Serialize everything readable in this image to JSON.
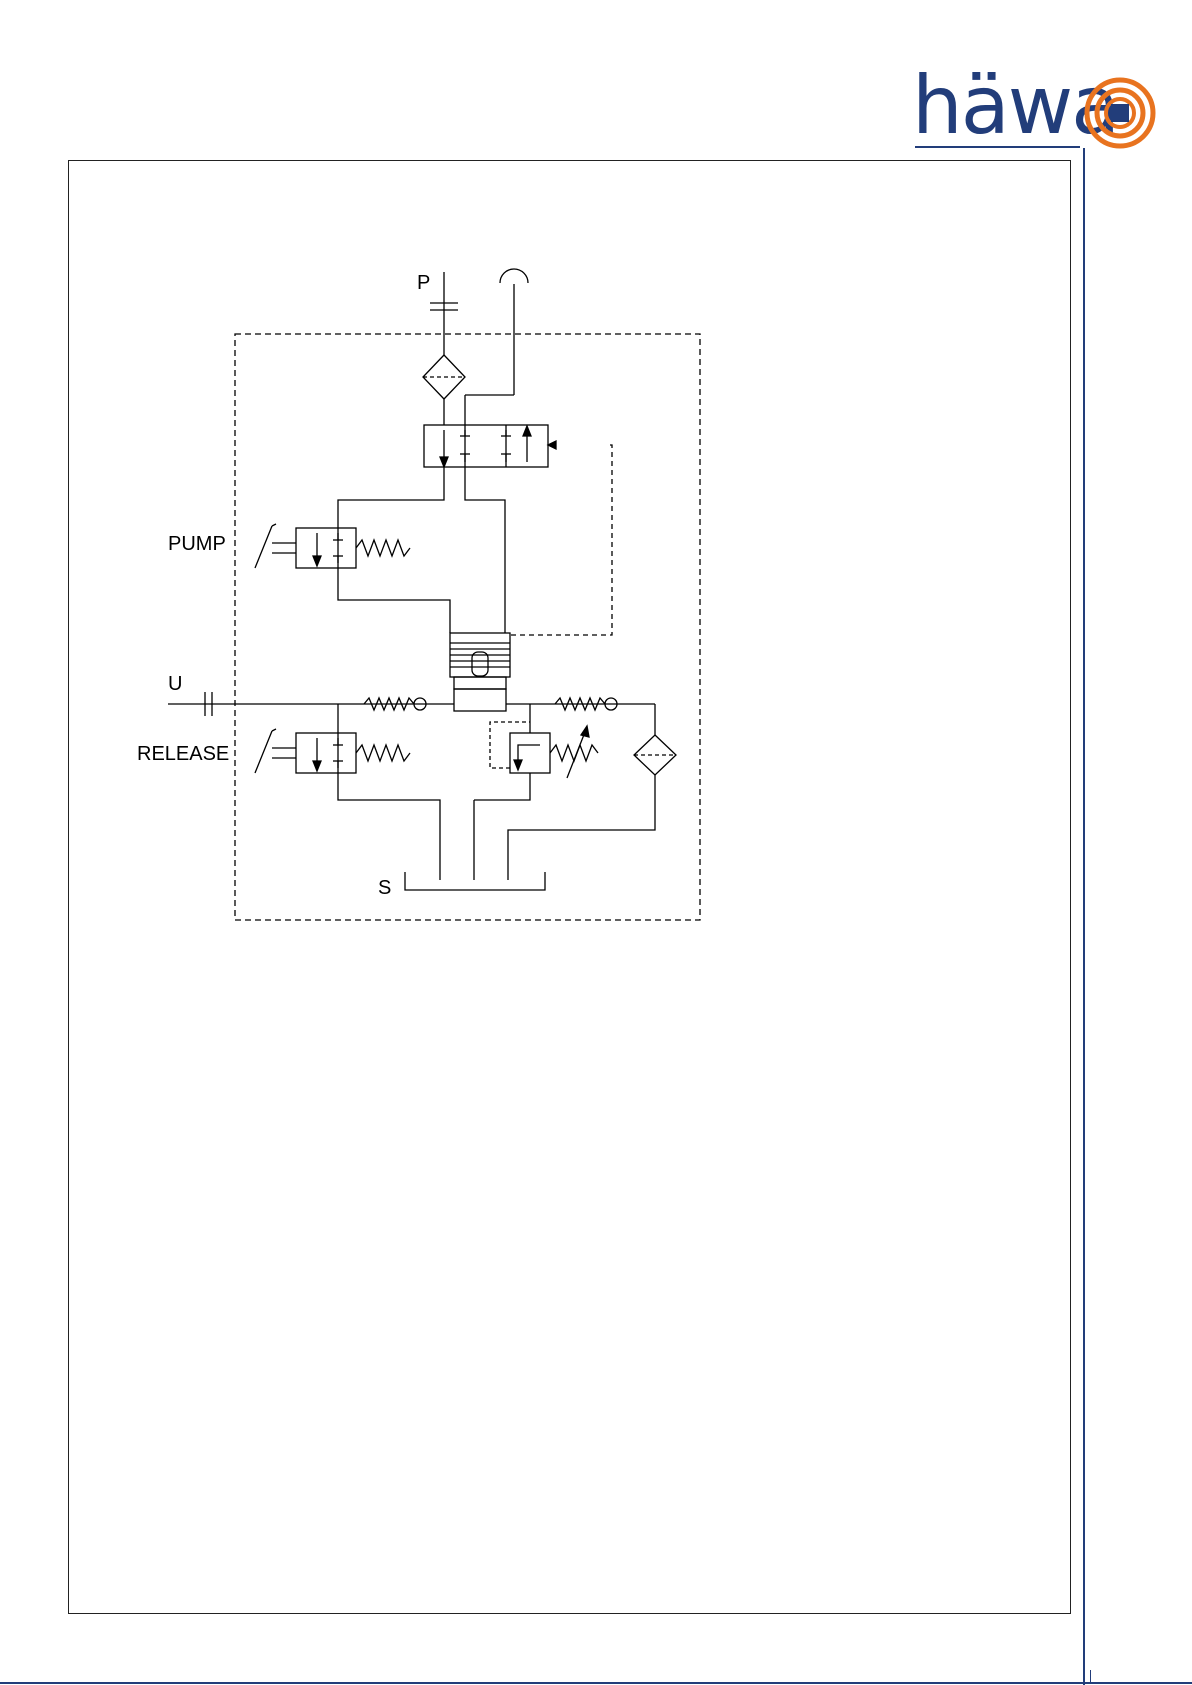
{
  "logo": {
    "text": "häwa",
    "colors": {
      "text": "#223d7a",
      "ring": "#e8731f",
      "square": "#223d7a"
    }
  },
  "diagram": {
    "labels": {
      "port_p": "P",
      "pump": "PUMP",
      "port_u": "U",
      "release": "RELEASE",
      "tank": "S"
    },
    "line_color": "#000000"
  },
  "accent_color": "#223d7a"
}
